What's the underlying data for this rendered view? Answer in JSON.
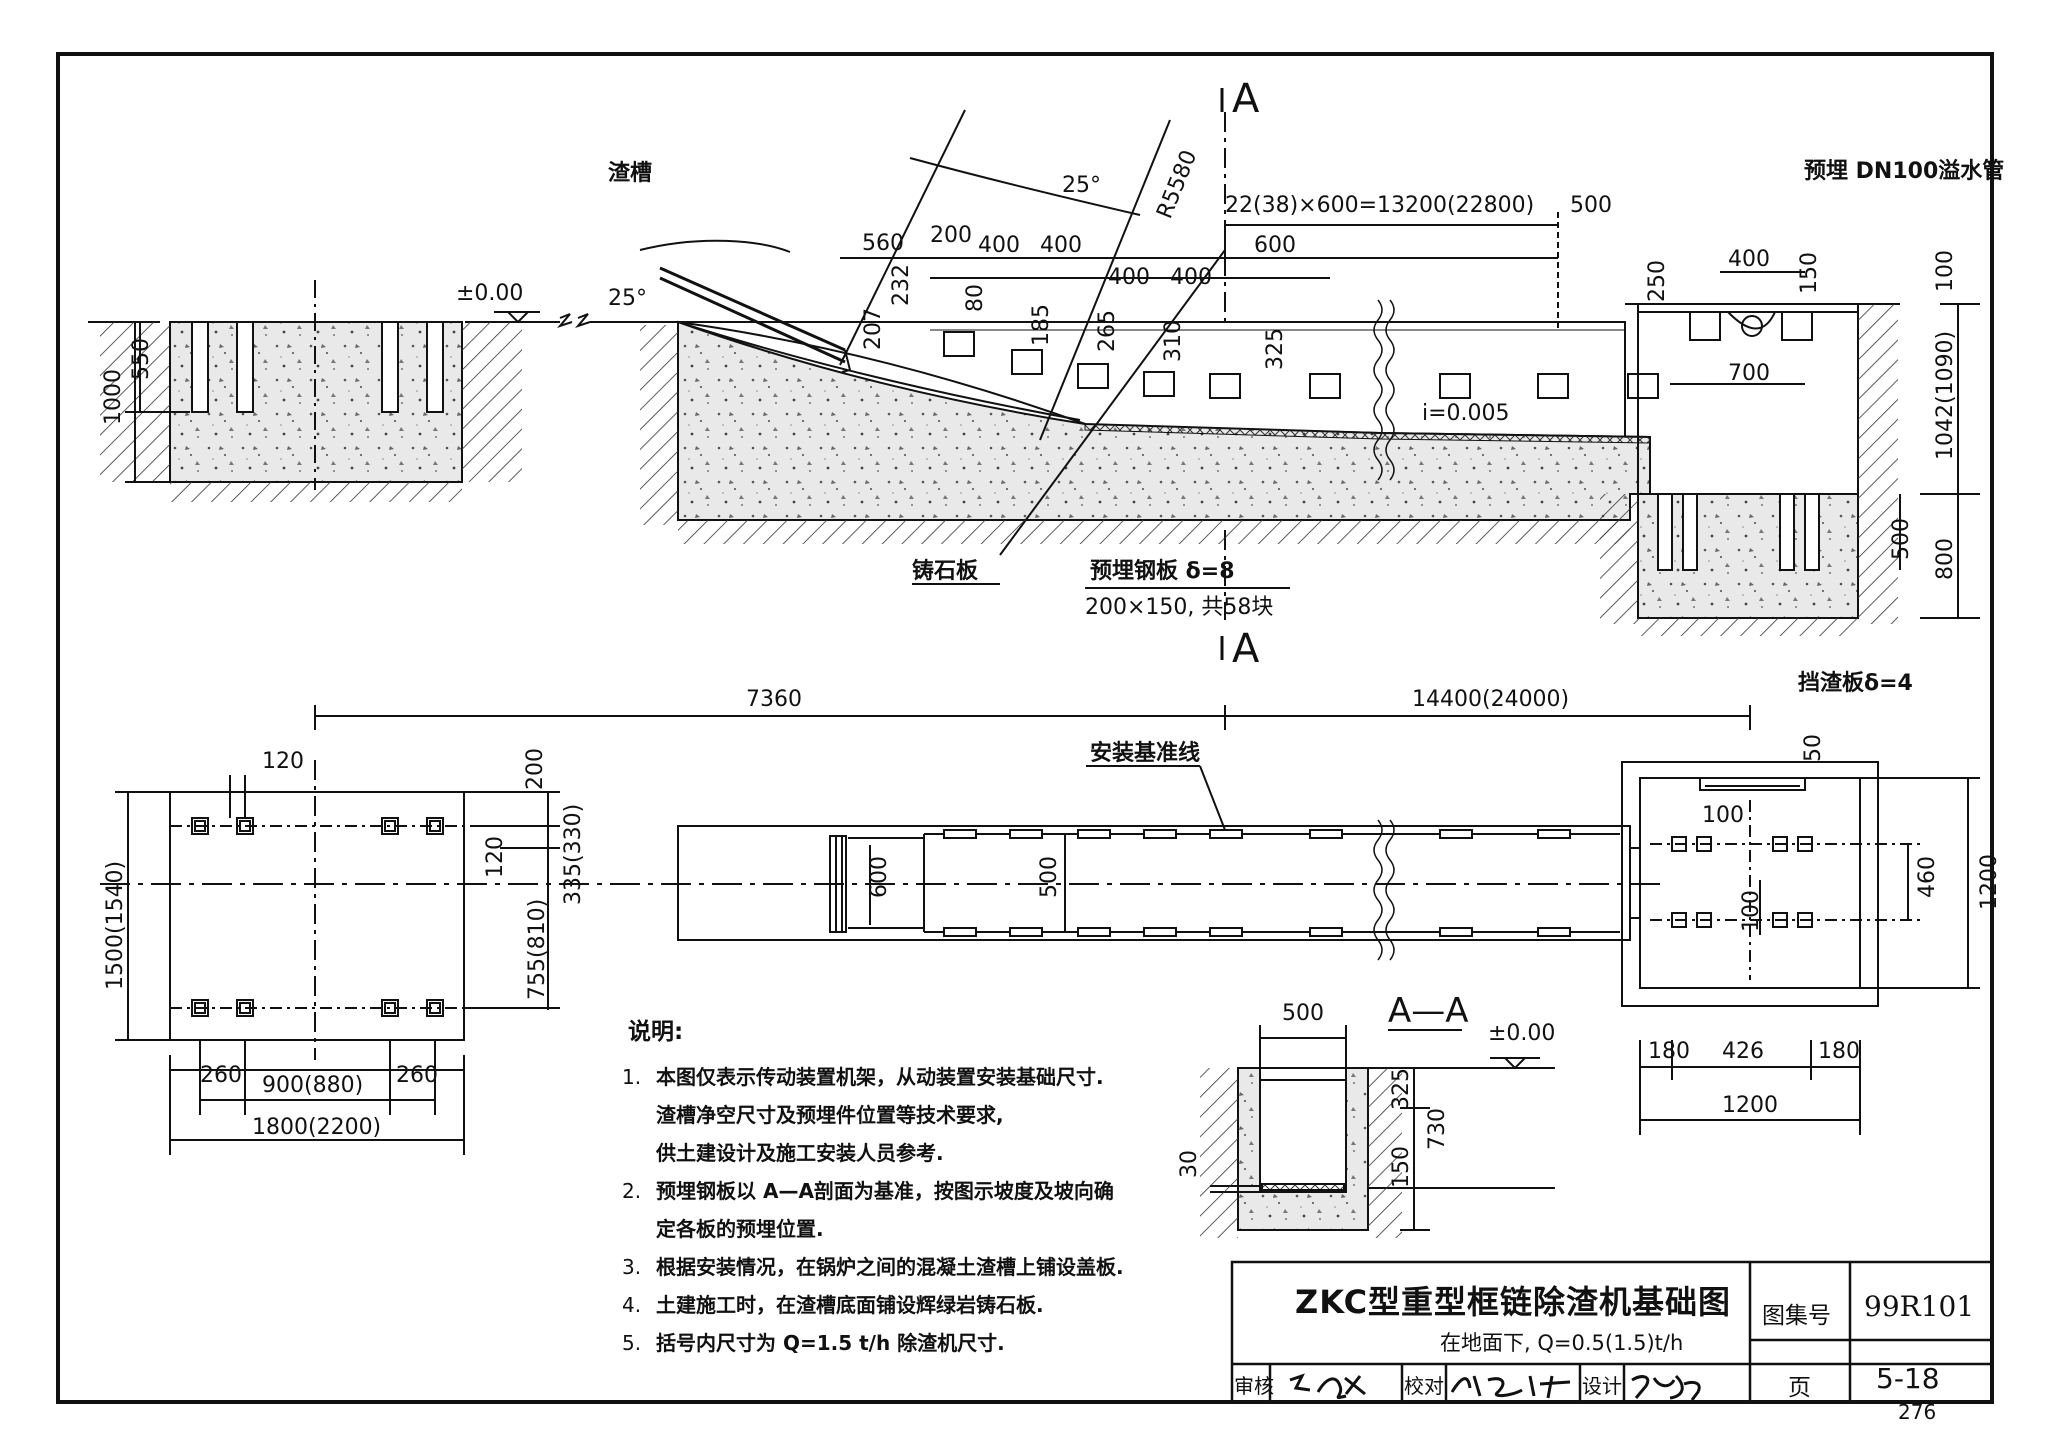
{
  "section_marks": {
    "top": "A",
    "bottom": "A",
    "section_title": "A—A"
  },
  "elevation": {
    "ground_level": "±0.00",
    "slag_channel": "渣槽",
    "angle_left": "25°",
    "angle_top": "25°",
    "radius": "R5580",
    "pitch": "22(38)×600=13200(22800)",
    "dim_500": "500",
    "pipe": "预埋 DN100溢水管",
    "dims": [
      "560",
      "200",
      "400",
      "400",
      "400",
      "400",
      "600",
      "232",
      "207",
      "80",
      "185",
      "265",
      "310",
      "325",
      "250",
      "400",
      "150",
      "100",
      "700",
      "1000",
      "550",
      "1042(1090)",
      "500",
      "800"
    ],
    "slope": "i=0.005",
    "cast_stone": "铸石板",
    "plate_spec": "预埋钢板 δ=8",
    "plate_count": "200×150, 共58块"
  },
  "plan": {
    "d7360": "7360",
    "d14400": "14400(24000)",
    "baffle": "挡渣板δ=4",
    "baseline": "安装基准线",
    "left_dims": [
      "120",
      "200",
      "120",
      "335(330)",
      "755(810)",
      "1500(1540)",
      "260",
      "900(880)",
      "260",
      "1800(2200)"
    ],
    "mid_dims": [
      "600",
      "500"
    ],
    "right_dims": [
      "50",
      "100",
      "100",
      "460",
      "1200",
      "180",
      "426",
      "180",
      "1200"
    ]
  },
  "section": {
    "d500": "500",
    "d325": "325",
    "d150": "150",
    "d730": "730",
    "d30": "30",
    "ground": "±0.00"
  },
  "notes": {
    "title": "说明:",
    "items": [
      {
        "num": "1.",
        "lines": [
          "本图仅表示传动装置机架，从动装置安装基础尺寸.",
          "渣槽净空尺寸及预埋件位置等技术要求,",
          "供土建设计及施工安装人员参考."
        ]
      },
      {
        "num": "2.",
        "lines": [
          "预埋钢板以 A—A剖面为基准，按图示坡度及坡向确",
          "定各板的预埋位置."
        ]
      },
      {
        "num": "3.",
        "lines": [
          "根据安装情况，在锅炉之间的混凝土渣槽上铺设盖板."
        ]
      },
      {
        "num": "4.",
        "lines": [
          "土建施工时，在渣槽底面铺设辉绿岩铸石板."
        ]
      },
      {
        "num": "5.",
        "lines": [
          "括号内尺寸为 Q=1.5 t/h 除渣机尺寸."
        ]
      }
    ]
  },
  "title_block": {
    "title": "ZKC型重型框链除渣机基础图",
    "subtitle": "在地面下,  Q=0.5(1.5)t/h",
    "atlas_label": "图集号",
    "atlas_no": "99R101",
    "page_label": "页",
    "page_no": "5-18",
    "review": "审核",
    "check": "校对",
    "design": "设计"
  },
  "page_number": "276"
}
